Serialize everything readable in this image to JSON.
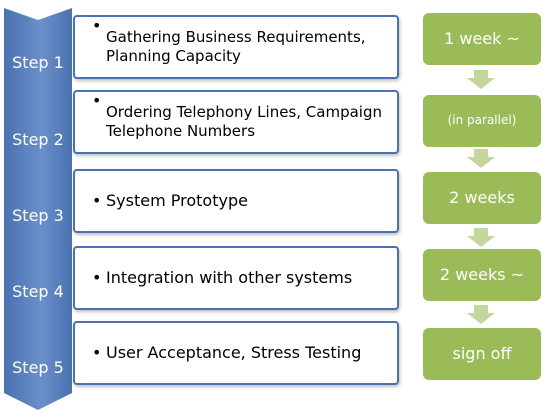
{
  "colors": {
    "chevron": "#4a72b0",
    "chevron_highlight": "#6b8fca",
    "box_border": "#4a72b0",
    "duration_box": "#9bbb59",
    "duration_arrow": "#c3d69b"
  },
  "steps": [
    {
      "label": "Step 1",
      "lines": [
        "Gathering Business Requirements,",
        "Planning Capacity"
      ],
      "duration": "1 week ~"
    },
    {
      "label": "Step 2",
      "lines": [
        "Ordering Telephony Lines, Campaign",
        "Telephone Numbers"
      ],
      "duration": "(in parallel)"
    },
    {
      "label": "Step 3",
      "lines": [
        "System Prototype"
      ],
      "duration": "2 weeks"
    },
    {
      "label": "Step 4",
      "lines": [
        "Integration with other systems"
      ],
      "duration": "2  weeks ~"
    },
    {
      "label": "Step 5",
      "lines": [
        "User Acceptance, Stress Testing"
      ],
      "duration": "sign off"
    }
  ]
}
